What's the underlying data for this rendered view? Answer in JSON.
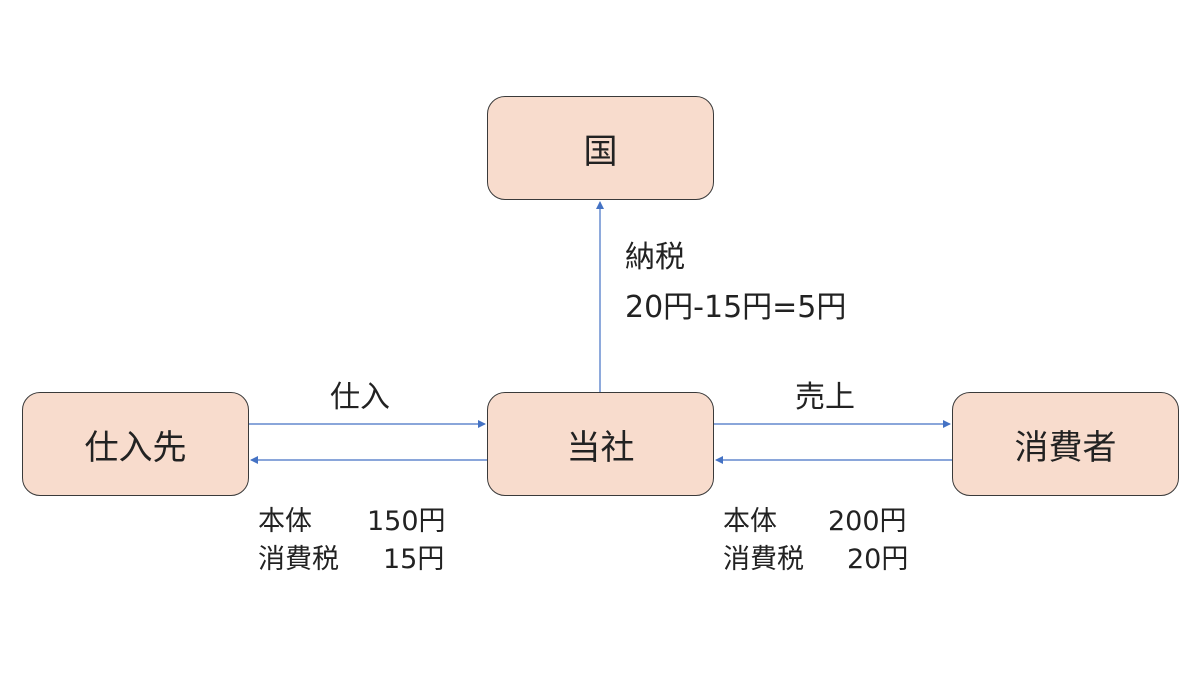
{
  "nodes": {
    "kuni": "国",
    "toosha": "当社",
    "shiiresaki": "仕入先",
    "shohisha": "消費者"
  },
  "edges": {
    "nozei": {
      "title": "納税",
      "calc": "20円-15円=5円"
    },
    "shiire": {
      "label": "仕入",
      "honttai_label": "本体",
      "honttai_amount": "150円",
      "tax_label": "消費税",
      "tax_amount": "15円"
    },
    "uriage": {
      "label": "売上",
      "honttai_label": "本体",
      "honttai_amount": "200円",
      "tax_label": "消費税",
      "tax_amount": "20円"
    }
  },
  "colors": {
    "node_fill": "#f8dccd",
    "node_border": "#3a3a3a",
    "arrow": "#4472c4"
  }
}
